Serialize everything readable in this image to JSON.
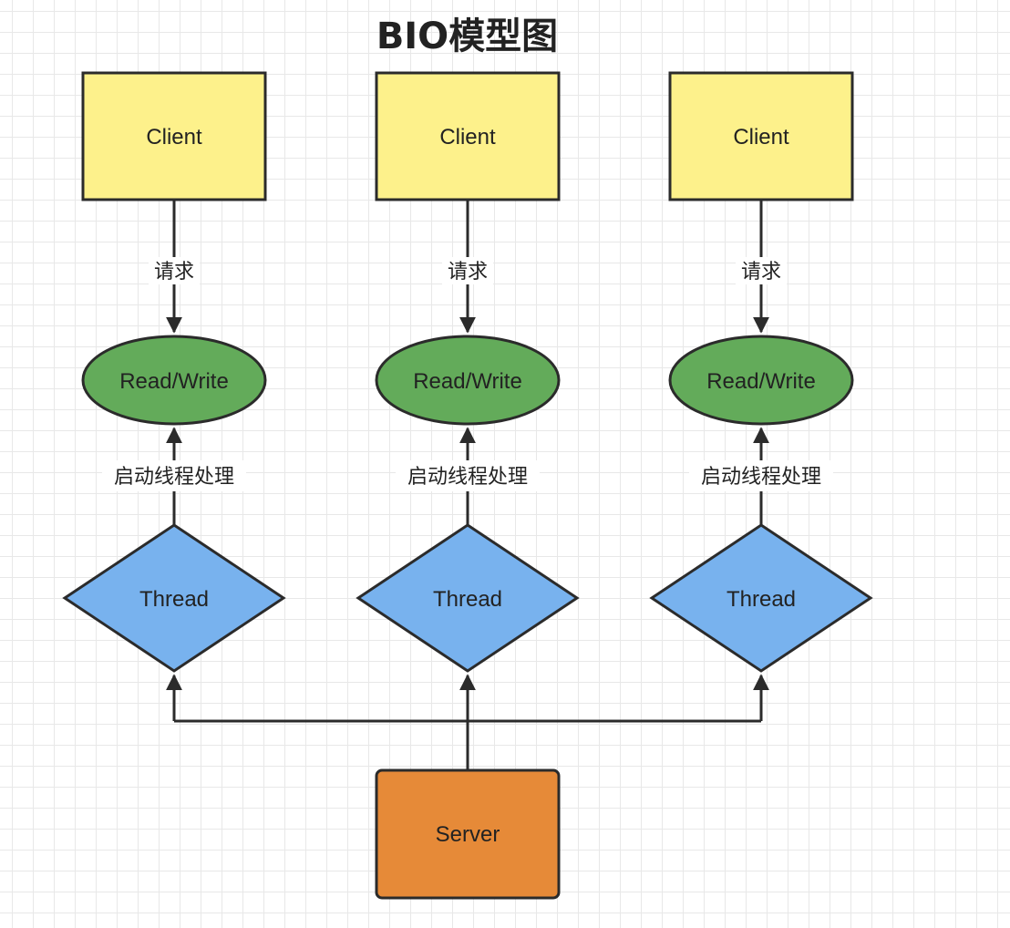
{
  "title": "BIO模型图",
  "colors": {
    "client_fill": "#FDF18B",
    "readwrite_fill": "#63AB5A",
    "thread_fill": "#78B2EE",
    "server_fill": "#E68A38",
    "stroke": "#2b2b2b"
  },
  "columns": [
    {
      "client": "Client",
      "request_label": "请求",
      "readwrite": "Read/Write",
      "thread_label": "启动线程处理",
      "thread": "Thread"
    },
    {
      "client": "Client",
      "request_label": "请求",
      "readwrite": "Read/Write",
      "thread_label": "启动线程处理",
      "thread": "Thread"
    },
    {
      "client": "Client",
      "request_label": "请求",
      "readwrite": "Read/Write",
      "thread_label": "启动线程处理",
      "thread": "Thread"
    }
  ],
  "server": "Server"
}
